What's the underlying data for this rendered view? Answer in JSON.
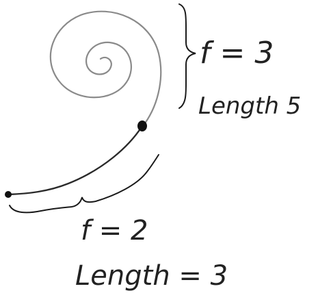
{
  "annotations": {
    "spiral_f": "f = 3",
    "spiral_length": "Length 5",
    "tail_f": "f = 2",
    "tail_length": "Length = 3"
  },
  "colors": {
    "ink": "#222222",
    "spiral_stroke": "#8a8a8a",
    "background": "#ffffff"
  }
}
